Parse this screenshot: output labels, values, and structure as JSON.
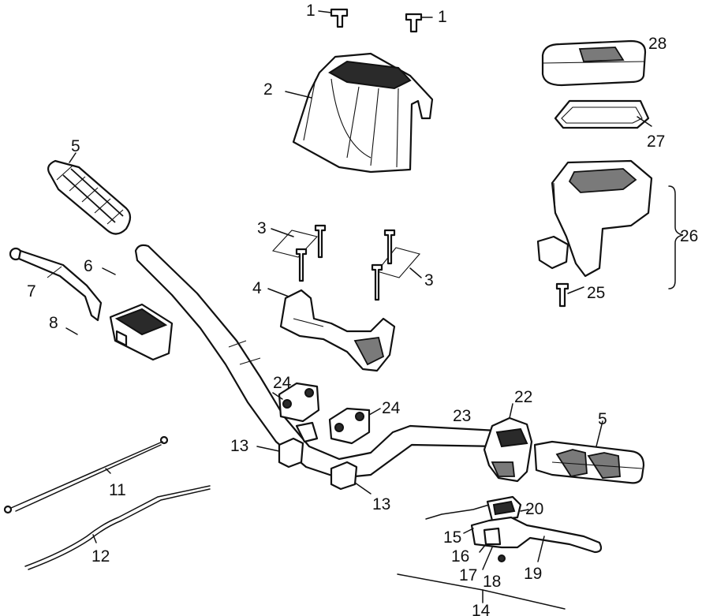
{
  "callouts": [
    {
      "id": "1a",
      "text": "1"
    },
    {
      "id": "1b",
      "text": "1"
    },
    {
      "id": "2",
      "text": "2"
    },
    {
      "id": "3a",
      "text": "3"
    },
    {
      "id": "3b",
      "text": "3"
    },
    {
      "id": "4",
      "text": "4"
    },
    {
      "id": "5a",
      "text": "5"
    },
    {
      "id": "5b",
      "text": "5"
    },
    {
      "id": "6",
      "text": "6"
    },
    {
      "id": "7",
      "text": "7"
    },
    {
      "id": "8",
      "text": "8"
    },
    {
      "id": "11",
      "text": "11"
    },
    {
      "id": "12",
      "text": "12"
    },
    {
      "id": "13a",
      "text": "13"
    },
    {
      "id": "13b",
      "text": "13"
    },
    {
      "id": "14",
      "text": "14"
    },
    {
      "id": "15",
      "text": "15"
    },
    {
      "id": "16",
      "text": "16"
    },
    {
      "id": "17",
      "text": "17"
    },
    {
      "id": "18",
      "text": "18"
    },
    {
      "id": "19",
      "text": "19"
    },
    {
      "id": "20",
      "text": "20"
    },
    {
      "id": "22",
      "text": "22"
    },
    {
      "id": "23",
      "text": "23"
    },
    {
      "id": "24a",
      "text": "24"
    },
    {
      "id": "24b",
      "text": "24"
    },
    {
      "id": "25",
      "text": "25"
    },
    {
      "id": "26",
      "text": "26"
    },
    {
      "id": "27",
      "text": "27"
    },
    {
      "id": "28",
      "text": "28"
    }
  ]
}
